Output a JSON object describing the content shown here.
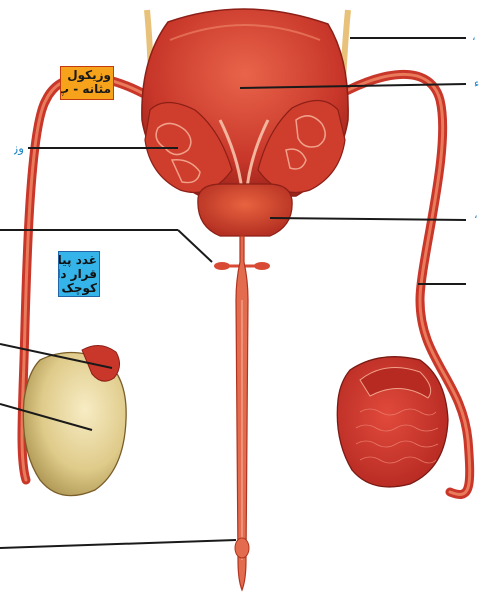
{
  "labels": {
    "seminal_vesicle_title": "وزیکول",
    "seminal_vesicle_sub": "مثانه - پ",
    "vas_fragment": "وز",
    "gland_line1": "غدد پیا",
    "gland_line2": "قرار دار",
    "gland_line3": "کوچک ت",
    "right_tip_1": "،",
    "right_tip_2": "ء",
    "right_tip_3": "،"
  },
  "colors": {
    "tissue": "#d2412c",
    "tissue_dark": "#a3261b",
    "tissue_light": "#ee8a6a",
    "testis_yellow": "#e2cf93",
    "leader_line": "#1a1a1a",
    "note_orange": "#f7a21b",
    "note_blue": "#35b4ea"
  }
}
